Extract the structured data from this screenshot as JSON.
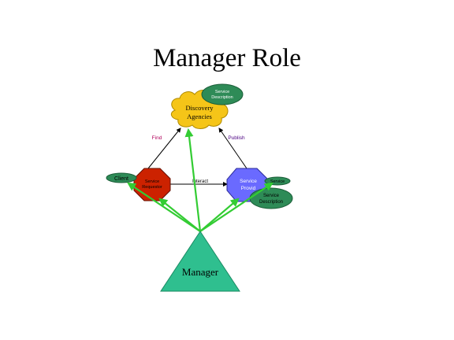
{
  "slide": {
    "title": "Manager Role"
  },
  "diagram": {
    "discovery_agencies": "Discovery Agencies",
    "discovery_agencies_line1": "Discovery",
    "discovery_agencies_line2": "Agencies",
    "service_description_top_line1": "Service",
    "service_description_top_line2": "Description",
    "find_label": "Find",
    "publish_label": "Publish",
    "interact_label": "Interact",
    "service_requestor_line1": "Service",
    "service_requestor_line2": "Requestor",
    "client_label": "Client",
    "service_provider_line1": "Service",
    "service_provider_line2": "Provid",
    "service_tag_label": "Service",
    "service_description_bottom_line1": "Service",
    "service_description_bottom_line2": "Description",
    "manager_label": "Manager"
  },
  "colors": {
    "cloud_fill": "#f5c518",
    "requestor_fill": "#cc2200",
    "provider_fill": "#6a6aff",
    "oval_fill": "#2e8b57",
    "manager_fill": "#2fbf8f",
    "arrow_green": "#33cc33",
    "find_text": "#b0005a",
    "publish_text": "#4b0082"
  }
}
